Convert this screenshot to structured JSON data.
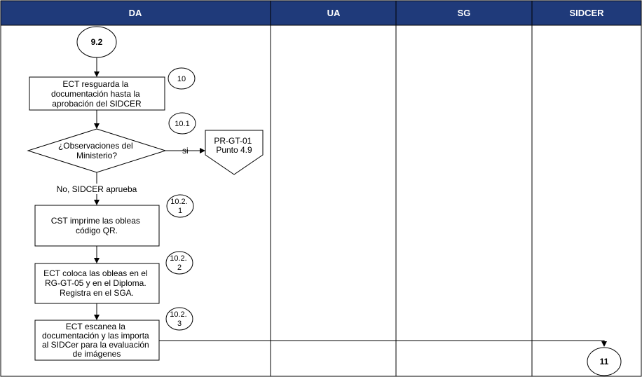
{
  "lanes": [
    "DA",
    "UA",
    "SG",
    "SIDCER"
  ],
  "colors": {
    "header_bg": "#1F3A7A",
    "header_text": "#FFFFFF",
    "border": "#000000"
  },
  "connectors": {
    "start": "9.2",
    "end": "11"
  },
  "steps": {
    "s10": {
      "number": "10",
      "lines": [
        "ECT resguarda la",
        "documentación hasta la",
        "aprobación del SIDCER"
      ]
    },
    "s10_1": {
      "number": "10.1",
      "decision_lines": [
        "¿Observaciones del",
        "Ministerio?"
      ],
      "yes_label": "si",
      "no_label": "No, SIDCER aprueba"
    },
    "ref": {
      "lines": [
        "PR-GT-01",
        "Punto 4.9"
      ]
    },
    "s10_2_1": {
      "number_lines": [
        "10.2.",
        "1"
      ],
      "lines": [
        "CST imprime las obleas",
        "código QR."
      ]
    },
    "s10_2_2": {
      "number_lines": [
        "10.2.",
        "2"
      ],
      "lines": [
        "ECT coloca las obleas en el",
        "RG-GT-05 y en el Diploma.",
        "Registra en el SGA."
      ]
    },
    "s10_2_3": {
      "number_lines": [
        "10.2.",
        "3"
      ],
      "lines": [
        "ECT escanea la",
        "documentación y las importa",
        "al SIDCer para la evaluación",
        "de imágenes"
      ]
    }
  }
}
